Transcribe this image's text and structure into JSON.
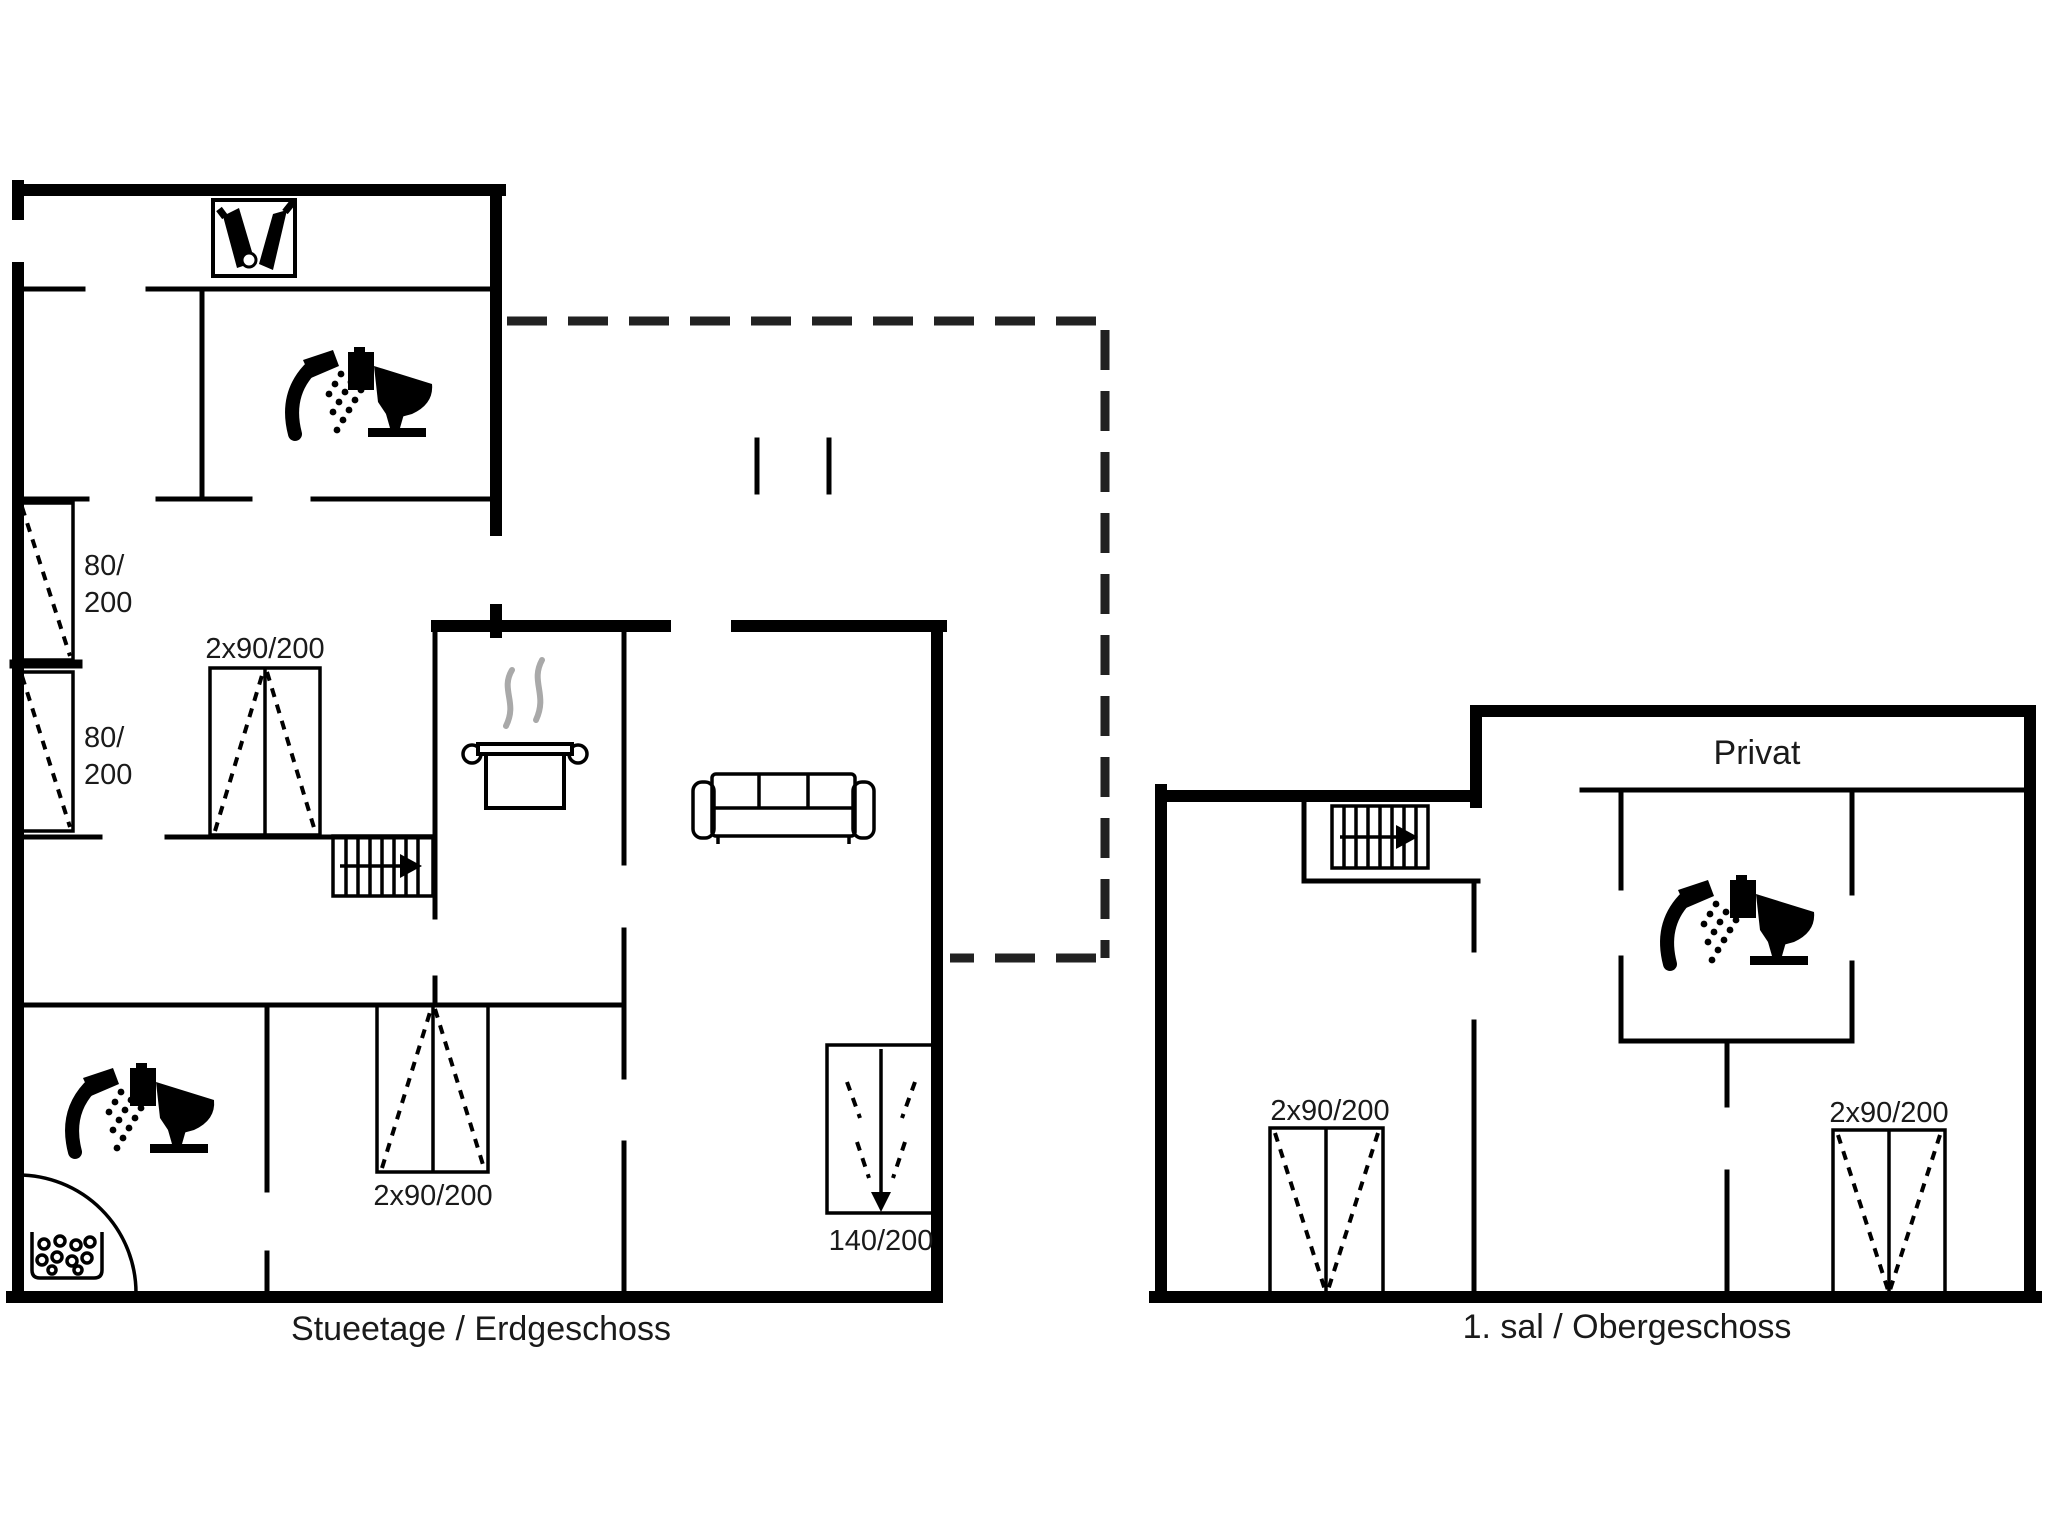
{
  "diagram": {
    "kind": "holiday-house floor plan, black line drawing on white",
    "line_color": "#000000",
    "text_color": "#1a1a1a",
    "ground_floor": {
      "title": "Stueetage / Erdgeschoss",
      "door_left_upper": {
        "width": "80/",
        "height": "200"
      },
      "door_left_lower": {
        "width": "80/",
        "height": "200"
      },
      "wardrobe_hall_label": "2x90/200",
      "wardrobe_bedroom_label": "2x90/200",
      "terrace_door_label": "140/200",
      "icons": [
        "wine-bottles-icon",
        "shower-icon",
        "toilet-icon",
        "stove-pot-icon",
        "sofa-icon",
        "stairs-up-icon",
        "corner-shower-arc",
        "washing-machine-icon"
      ]
    },
    "upper_floor": {
      "title": "1. sal / Obergeschoss",
      "area_label": "Privat",
      "wardrobe_left_label": "2x90/200",
      "wardrobe_right_label": "2x90/200",
      "icons": [
        "stairs-up-icon",
        "shower-icon",
        "toilet-icon"
      ]
    }
  }
}
